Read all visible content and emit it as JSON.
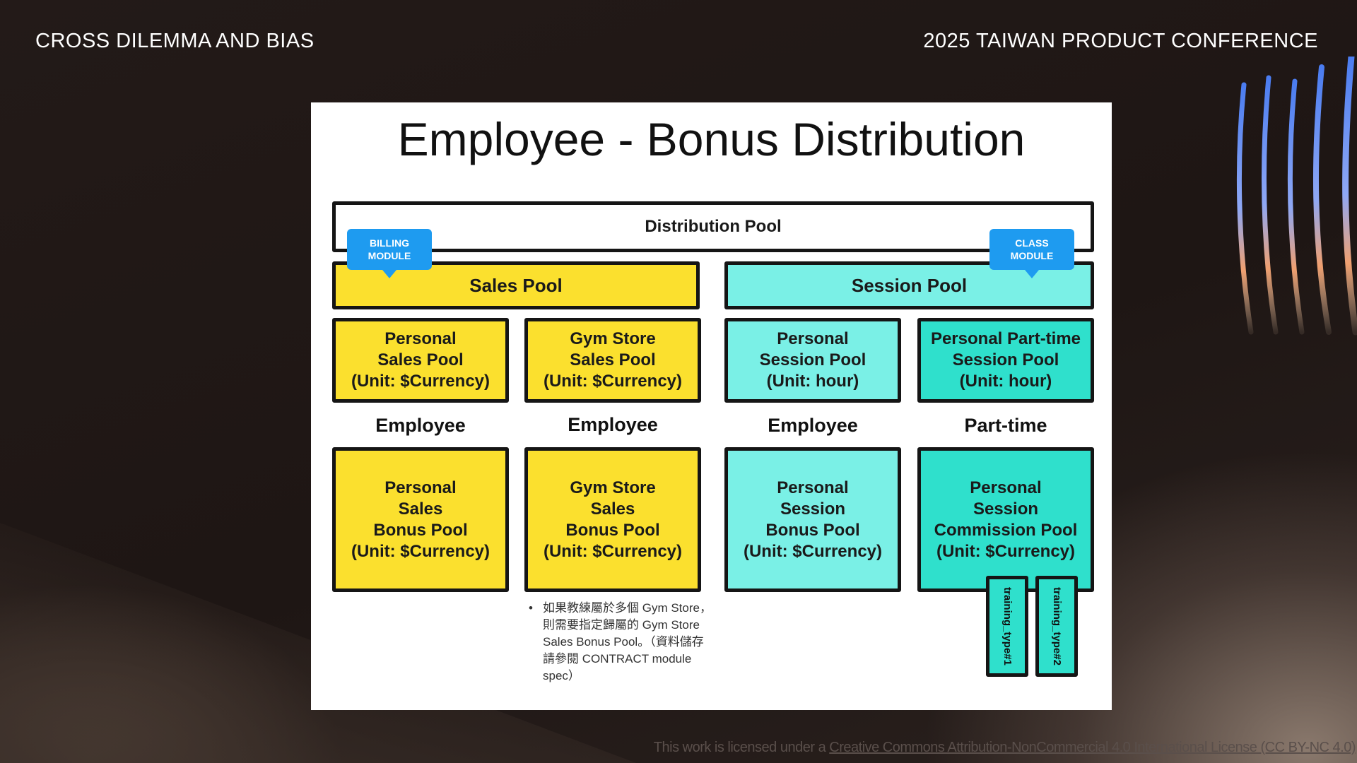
{
  "header": {
    "left": "CROSS DILEMMA AND BIAS",
    "right": "2025 TAIWAN PRODUCT CONFERENCE"
  },
  "diagram": {
    "title": "Employee - Bonus Distribution",
    "distribution_pool": "Distribution Pool",
    "callouts": {
      "billing": "BILLING\nMODULE",
      "class": "CLASS\nMODULE"
    },
    "sales_pool": "Sales Pool",
    "session_pool": "Session Pool",
    "row2": [
      "Personal\nSales Pool\n(Unit: $Currency)",
      "Gym Store\nSales Pool\n(Unit: $Currency)",
      "Personal\nSession Pool\n(Unit: hour)",
      "Personal Part-time\nSession Pool\n(Unit: hour)"
    ],
    "column_labels": [
      "Employee",
      "Employee",
      "Employee",
      "Part-time"
    ],
    "row3": [
      "Personal\nSales\nBonus Pool\n(Unit: $Currency)",
      "Gym Store\nSales\nBonus Pool\n(Unit: $Currency)",
      "Personal\nSession\nBonus Pool\n(Unit: $Currency)",
      "Personal\nSession\nCommission Pool\n(Unit: $Currency)"
    ],
    "training_tabs": [
      "training_type#1",
      "training_type#2"
    ],
    "note": "如果教練屬於多個 Gym Store，則需要指定歸屬的 Gym Store Sales Bonus Pool。（資料儲存請參閱 CONTRACT module spec）"
  },
  "footer": {
    "license_prefix": "This work is licensed under a ",
    "license_link": "Creative Commons Attribution-NonCommercial 4.0 International License (CC BY-NC 4.0)"
  },
  "colors": {
    "background": "#201816",
    "sales": "#fbe02e",
    "session": "#7af0e6",
    "part_time": "#2fe0cc",
    "callout": "#1e9bf0",
    "streak_blue": "#4a7cf0",
    "streak_orange": "#f0a070"
  }
}
